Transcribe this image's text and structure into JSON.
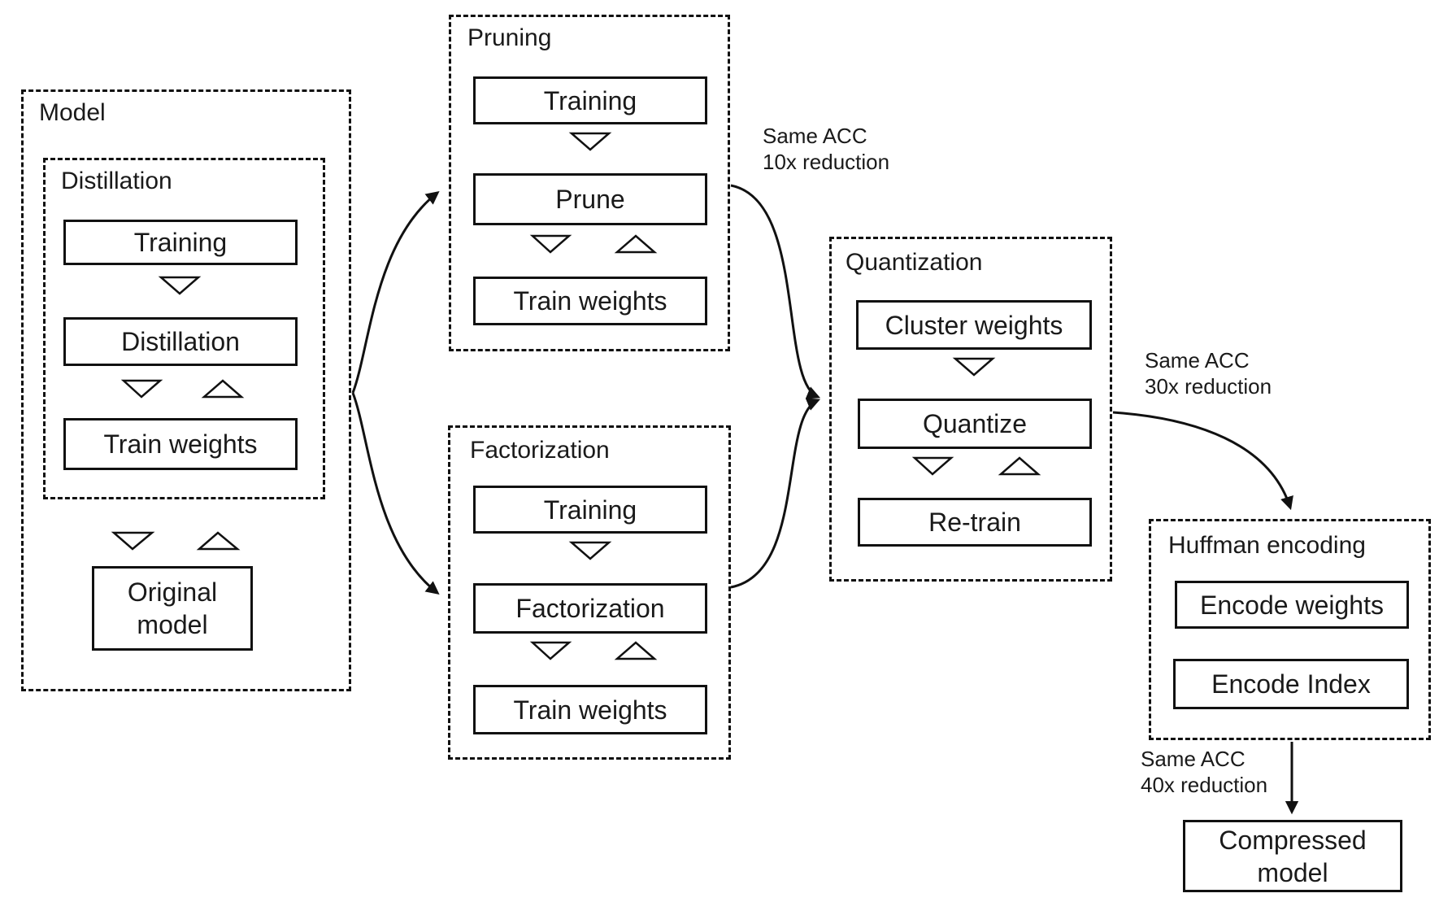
{
  "model": {
    "label": "Model",
    "distillation": {
      "label": "Distillation",
      "steps": [
        "Training",
        "Distillation",
        "Train weights"
      ]
    },
    "original_model": "Original model"
  },
  "pruning": {
    "label": "Pruning",
    "steps": [
      "Training",
      "Prune",
      "Train weights"
    ]
  },
  "factorization": {
    "label": "Factorization",
    "steps": [
      "Training",
      "Factorization",
      "Train weights"
    ]
  },
  "quantization": {
    "label": "Quantization",
    "steps": [
      "Cluster weights",
      "Quantize",
      "Re-train"
    ]
  },
  "huffman": {
    "label": "Huffman encoding",
    "steps": [
      "Encode weights",
      "Encode Index"
    ]
  },
  "compressed_model": "Compressed model",
  "annotations": {
    "after_pruning": {
      "line1": "Same ACC",
      "line2": "10x reduction"
    },
    "after_quantization": {
      "line1": "Same ACC",
      "line2": "30x reduction"
    },
    "after_huffman": {
      "line1": "Same ACC",
      "line2": "40x reduction"
    }
  },
  "icons": {
    "down_triangle": "hollow-triangle-down",
    "up_triangle": "hollow-triangle-up",
    "flow_arrow": "curved-black-arrow"
  },
  "colors": {
    "line": "#111111",
    "text": "#1a1a1a",
    "background": "#ffffff"
  }
}
